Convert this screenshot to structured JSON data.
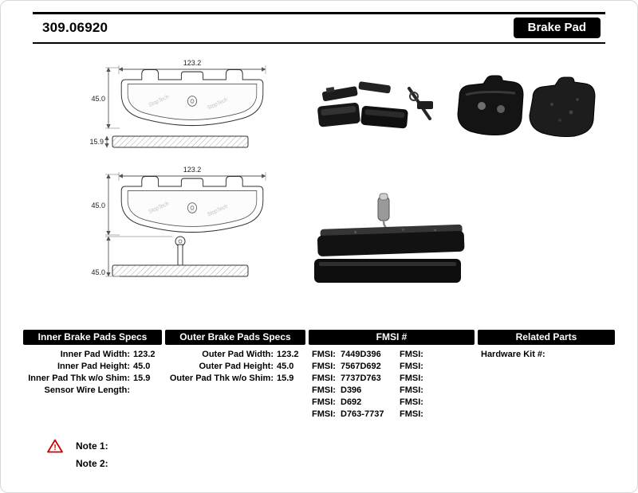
{
  "header": {
    "part_number": "309.06920",
    "product_type": "Brake Pad"
  },
  "drawing": {
    "watermark": "StopTech",
    "front_view_1": {
      "width": "123.2",
      "height": "45.0"
    },
    "side_view_1": {
      "thickness": "15.9"
    },
    "front_view_2": {
      "width": "123.2",
      "height": "45.0"
    },
    "side_view_2": {
      "height": "45.0"
    }
  },
  "specs": {
    "inner": {
      "title": "Inner Brake Pads Specs",
      "rows": [
        {
          "label": "Inner Pad Width:",
          "value": "123.2"
        },
        {
          "label": "Inner Pad Height:",
          "value": "45.0"
        },
        {
          "label": "Inner Pad Thk w/o Shim:",
          "value": "15.9"
        },
        {
          "label": "Sensor Wire Length:",
          "value": ""
        }
      ]
    },
    "outer": {
      "title": "Outer Brake Pads Specs",
      "rows": [
        {
          "label": "Outer Pad Width:",
          "value": "123.2"
        },
        {
          "label": "Outer Pad Height:",
          "value": "45.0"
        },
        {
          "label": "Outer Pad Thk w/o Shim:",
          "value": "15.9"
        }
      ]
    },
    "fmsi": {
      "title": "FMSI #",
      "rows": [
        {
          "label": "FMSI:",
          "value": "7449D396",
          "label2": "FMSI:",
          "value2": ""
        },
        {
          "label": "FMSI:",
          "value": "7567D692",
          "label2": "FMSI:",
          "value2": ""
        },
        {
          "label": "FMSI:",
          "value": "7737D763",
          "label2": "FMSI:",
          "value2": ""
        },
        {
          "label": "FMSI:",
          "value": "D396",
          "label2": "FMSI:",
          "value2": ""
        },
        {
          "label": "FMSI:",
          "value": "D692",
          "label2": "FMSI:",
          "value2": ""
        },
        {
          "label": "FMSI:",
          "value": "D763-7737",
          "label2": "FMSI:",
          "value2": ""
        }
      ]
    },
    "related": {
      "title": "Related Parts",
      "rows": [
        {
          "label": "Hardware Kit #:",
          "value": ""
        }
      ]
    }
  },
  "notes": {
    "note1": "Note 1:",
    "note2": "Note 2:"
  }
}
